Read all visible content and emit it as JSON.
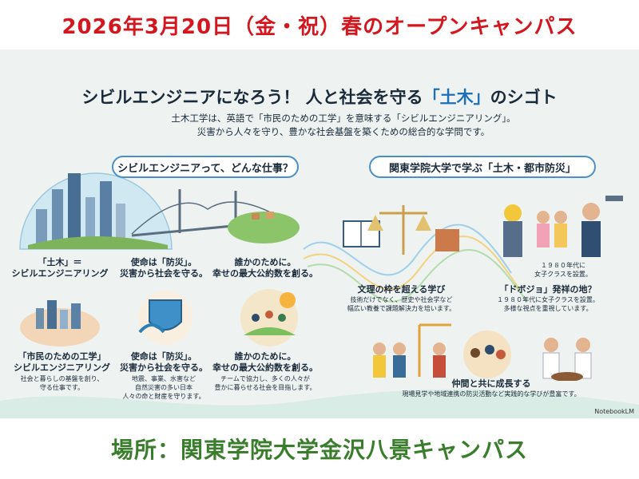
{
  "top_banner": "2026年3月20日（金・祝）春のオープンキャンパス",
  "bottom_banner": "場所：関東学院大学金沢八景キャンパス",
  "poster": {
    "title_pre": "シビルエンジニアになろう！ 人と社会を守る",
    "title_hl": "「土木」",
    "title_post": "のシゴト",
    "subtitle_1": "土木工学は、英語で「市民のための工学」を意味する「シビルエンジニアリング」。",
    "subtitle_2": "災害から人々を守り、豊かな社会基盤を築くための総合的な学問です。",
    "left_pill": "シビルエンジニアって、どんな仕事？",
    "right_pill": "関東学院大学で学ぶ「土木・都市防災」",
    "left_top": [
      {
        "h1": "「土木」＝",
        "h2": "シビルエンジニアリング"
      },
      {
        "h1": "使命は「防災」。",
        "h2": "災害から社会を守る。"
      },
      {
        "h1": "誰かのために。",
        "h2": "幸せの最大公約数を創る。"
      }
    ],
    "left_bottom": [
      {
        "h1": "「市民のための工学」",
        "h2": "シビルエンジニアリング",
        "b1": "社会と暮らしの基盤を創り、",
        "b2": "守る仕事です。",
        "b3": ""
      },
      {
        "h1": "使命は「防災」。",
        "h2": "災害から社会を守る。",
        "b1": "地震、事業、水害など",
        "b2": "自然災害の多い日本",
        "b3": "人々の命と財産を守ります。"
      },
      {
        "h1": "誰かのために。",
        "h2": "幸せの最大公約数を創る。",
        "b1": "チームで協力し、多くの人々が",
        "b2": "豊かに暮らせる社会を目指します。",
        "b3": ""
      }
    ],
    "right_items": [
      {
        "h": "文理の枠を超える学び",
        "b1": "技術だけでなく、歴史や社会学など",
        "b2": "幅広い教養で課題解決力を培います。"
      },
      {
        "h": "「ドボジョ」発祥の地？",
        "b1": "１９８０年代に女子クラスを設置。",
        "b2": "多様な視点を重視しています。"
      },
      {
        "h": "仲間と共に成長する",
        "b1": "現場見学や地域連携の防災活動など実践的な学びが豊富です。",
        "b2": ""
      }
    ],
    "sign_1": "１９８０年代に",
    "sign_2": "女子クラスを設置。",
    "watermark": "NotebookLM"
  }
}
